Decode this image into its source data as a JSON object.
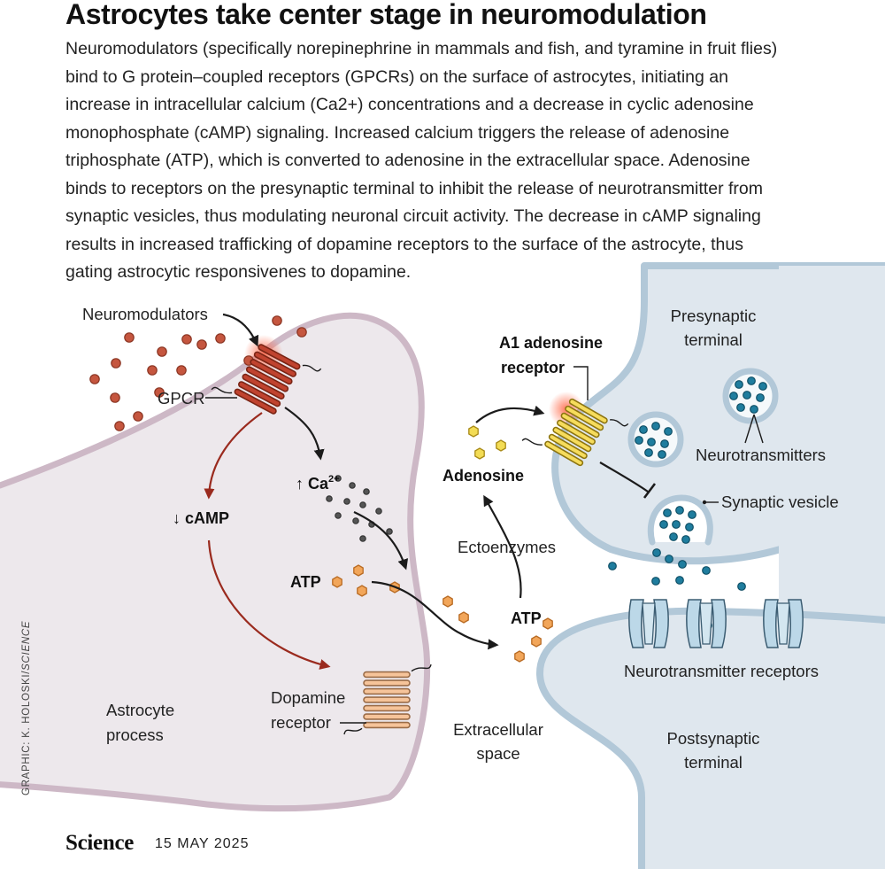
{
  "title": "Astrocytes take center stage in neuromodulation",
  "caption_lines": [
    "Neuromodulators (specifically norepinephrine in mammals and fish, and tyramine in fruit flies)",
    "bind to G protein–coupled receptors (GPCRs) on the surface of astrocytes, initiating an",
    "increase in intracellular calcium (Ca2+) concentrations and a decrease in cyclic adenosine",
    "monophosphate (cAMP) signaling. Increased calcium triggers the release of adenosine",
    "triphosphate (ATP), which is converted to adenosine in the extracellular space. Adenosine",
    "binds to receptors on the presynaptic terminal to inhibit the release of neurotransmitter from",
    "synaptic vesicles, thus modulating neuronal circuit activity. The decrease in cAMP signaling",
    "results in increased trafficking of dopamine receptors to the surface of the astrocyte, thus",
    "gating astrocytic responsivenes to dopamine."
  ],
  "labels": {
    "neuromodulators": "Neuromodulators",
    "gpcr": "GPCR",
    "camp": "↓ cAMP",
    "ca_arrow": "↑ Ca",
    "ca_sup": "2+",
    "atp_inside": "ATP",
    "dopamine_receptor_1": "Dopamine",
    "dopamine_receptor_2": "receptor",
    "astrocyte_process_1": "Astrocyte",
    "astrocyte_process_2": "process",
    "adenosine": "Adenosine",
    "ectoenzymes": "Ectoenzymes",
    "atp_extracellular": "ATP",
    "extracellular_space_1": "Extracellular",
    "extracellular_space_2": "space",
    "a1_receptor_1": "A1 adenosine",
    "a1_receptor_2": "receptor",
    "presynaptic_1": "Presynaptic",
    "presynaptic_2": "terminal",
    "neurotransmitters": "Neurotransmitters",
    "synaptic_vesicle": "Synaptic vesicle",
    "nt_receptors": "Neurotransmitter receptors",
    "postsynaptic_1": "Postsynaptic",
    "postsynaptic_2": "terminal"
  },
  "credit": {
    "prefix": "GRAPHIC: K. HOLOSKI/",
    "publication": "SCIENCE"
  },
  "footer": {
    "journal": "Science",
    "date": "15 MAY 2025"
  },
  "colors": {
    "astrocyte_fill": "#ede8ec",
    "astrocyte_border": "#cdb8c6",
    "neuron_fill": "#dfe7ee",
    "neuron_border": "#b2c8d8",
    "gpcr": "#c0432f",
    "dopamine_receptor": "#f6c49a",
    "a1_receptor": "#f6dc5c",
    "neuromodulator_dot": "#c5563f",
    "calcium_dot": "#555555",
    "atp": "#f2a65a",
    "adenosine": "#f3dc55",
    "neurotransmitter": "#1f7d9e",
    "nt_receptor": "#bcd8e8",
    "red_arrow": "#9a2a1e"
  }
}
